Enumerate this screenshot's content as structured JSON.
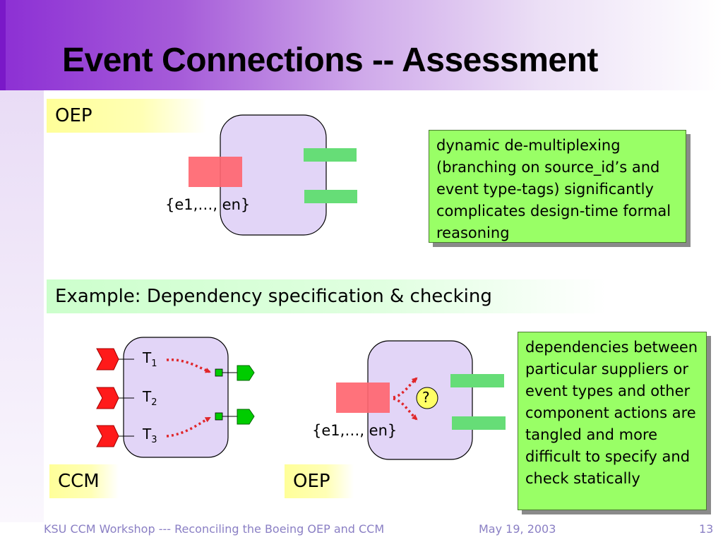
{
  "title": "Event Connections -- Assessment",
  "top_section": {
    "label": "OEP",
    "event_set": "{e1,…, en}",
    "note": "dynamic de-multiplexing (branching on source_id’s and event type-tags) significantly complicates design-time formal reasoning"
  },
  "example_header": "Example: Dependency specification & checking",
  "ccm_diagram": {
    "label": "CCM",
    "tasks": [
      {
        "name": "T",
        "sub": "1"
      },
      {
        "name": "T",
        "sub": "2"
      },
      {
        "name": "T",
        "sub": "3"
      }
    ]
  },
  "oep_diagram": {
    "label": "OEP",
    "event_set": "{e1,…, en}",
    "question_mark": "?"
  },
  "dependencies_note": "dependencies between particular suppliers or event types and other component actions are tangled and more difficult to specify and check statically",
  "colors": {
    "component_fill": "#e2d5f7",
    "event_source": "#ff6670",
    "event_sink": "#66dd77",
    "note_fill": "#99ff66",
    "arrow": "#e0262a",
    "facet": "#00cc00"
  },
  "footer": {
    "left": "KSU CCM Workshop --- Reconciling the Boeing OEP and CCM",
    "date": "May 19, 2003",
    "page": "13"
  }
}
